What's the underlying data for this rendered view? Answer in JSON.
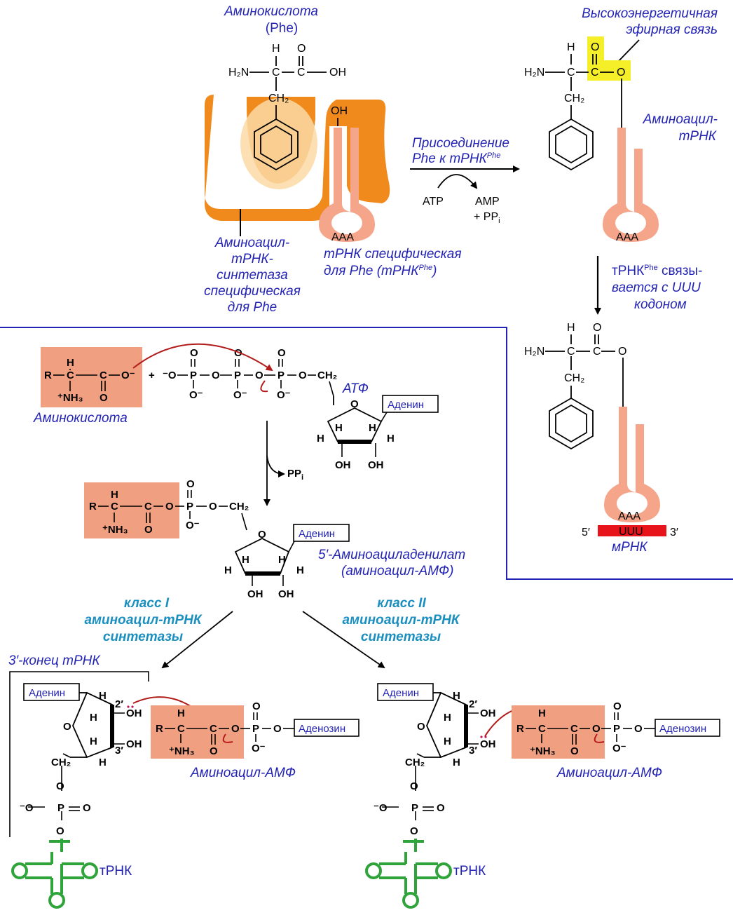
{
  "top": {
    "amino_acid_title": "Аминокислота",
    "amino_acid_name": "(Phe)",
    "synthetase_label_lines": [
      "Аминоацил-",
      "тРНК-",
      "синтетаза",
      "специфическая",
      "для Phe"
    ],
    "trna_specific_line1": "тРНК специфическая",
    "trna_specific_line2": "для Phe (тРНК",
    "trna_specific_sup": "Phe",
    "trna_specific_close": ")",
    "attach_line1": "Присоединение",
    "attach_line2": "Phe к тРНК",
    "attach_sup": "Phe",
    "atp": "ATP",
    "amp": "AMP",
    "ppi": "+ PP",
    "ppi_sub": "i",
    "high_energy_line1": "Высокоэнергетичная",
    "high_energy_line2": "эфирная связь",
    "aminoacyl_trna_line1": "Аминоацил-",
    "aminoacyl_trna_line2": "тРНК",
    "anticodon": "AAA",
    "binds_line1_pre": "тРНК",
    "binds_line1_sup": "Phe",
    "binds_line1_post": " связы-",
    "binds_line2": "вается с UUU",
    "binds_line3": "кодоном",
    "codon": "UUU",
    "five_prime": "5′",
    "three_prime": "3′",
    "mrna": "мРНК"
  },
  "chem": {
    "H": "H",
    "H2N": "H₂N",
    "C": "C",
    "O": "O",
    "OH": "OH",
    "CH2": "CH₂",
    "R": "R",
    "NH3": "⁺NH₃",
    "P": "P",
    "Ominus": "O⁻",
    "minusO": "⁻O",
    "plus": "+"
  },
  "bottom": {
    "amino_acid": "Аминокислота",
    "atf": "АТФ",
    "adenine": "Аденин",
    "ppi": "PP",
    "ppi_sub": "i",
    "adenylate_line1": "5′-Аминоациладенилат",
    "adenylate_line2": "(аминоацил-АМФ)",
    "class1_lines": [
      "класс I",
      "аминоацил-тРНК",
      "синтетазы"
    ],
    "class2_lines": [
      "класс II",
      "аминоацил-тРНК",
      "синтетазы"
    ],
    "trna_end": "3′-конец тРНК",
    "adenosine": "Аденозин",
    "aminoacyl_amp": "Аминоацил-АМФ",
    "trna": "тРНК",
    "two_prime": "2′",
    "three_prime_c": "3′"
  },
  "colors": {
    "enzyme_orange": "#f08a1c",
    "trna_pink": "#f4a58a",
    "highlight_yellow": "#f5ef29",
    "mrna_red": "#e8141b",
    "trna_green": "#2fa43a",
    "label_blue": "#2323b4",
    "class_cyan": "#1a8fc0",
    "box_salmon": "#f0a080",
    "arrow_red": "#b31b1b"
  }
}
